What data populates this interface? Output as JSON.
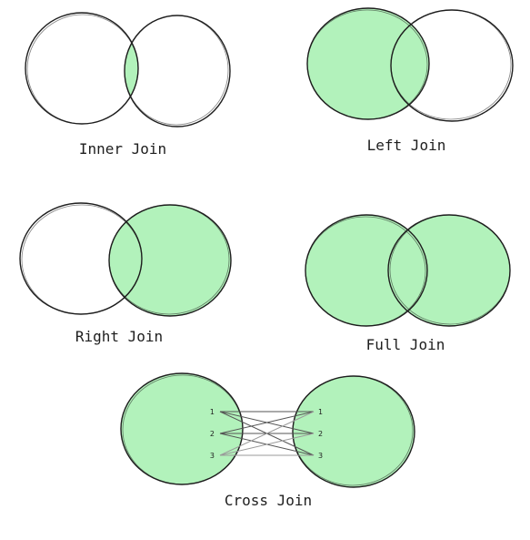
{
  "colors": {
    "fill": "#b2f2bb",
    "stroke": "#1e1e1e",
    "background": "#ffffff"
  },
  "joins": [
    {
      "label": "Inner Join",
      "highlight": "intersection"
    },
    {
      "label": "Left Join",
      "highlight": "left"
    },
    {
      "label": "Right Join",
      "highlight": "right"
    },
    {
      "label": "Full Join",
      "highlight": "both"
    },
    {
      "label": "Cross Join",
      "highlight": "cartesian"
    }
  ],
  "cross_join": {
    "left_rows": [
      "1",
      "2",
      "3"
    ],
    "right_rows": [
      "1",
      "2",
      "3"
    ]
  }
}
